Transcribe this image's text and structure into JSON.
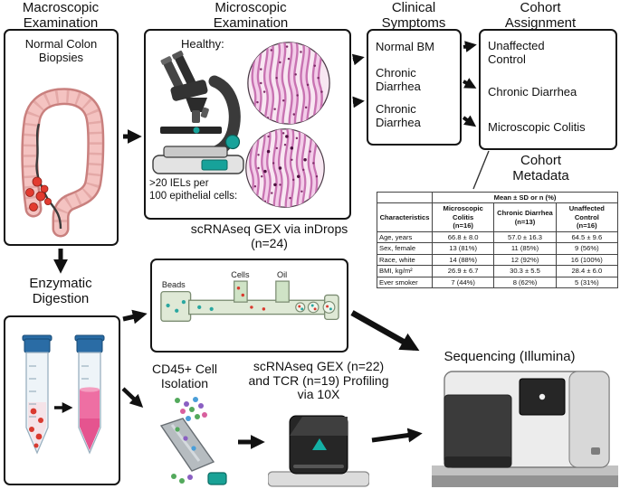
{
  "figure": {
    "macroscopic": {
      "title": "Macroscopic\nExamination",
      "box_label": "Normal Colon\nBiopsies"
    },
    "microscopic": {
      "title": "Microscopic\nExamination",
      "healthy_label": "Healthy:",
      "iel_label": ">20 IELs per\n100 epithelial cells:"
    },
    "clinical": {
      "title": "Clinical\nSymptoms",
      "items": [
        "Normal BM",
        "Chronic\nDiarrhea",
        "Chronic\nDiarrhea"
      ]
    },
    "cohort": {
      "title": "Cohort\nAssignment",
      "items": [
        "Unaffected\nControl",
        "Chronic Diarrhea",
        "Microscopic Colitis"
      ]
    },
    "metadata": {
      "title": "Cohort\nMetadata"
    },
    "indrops": {
      "title": "scRNAseq GEX via inDrops\n(n=24)",
      "labels": {
        "beads": "Beads",
        "cells": "Cells",
        "oil": "Oil"
      }
    },
    "enzymatic": {
      "title": "Enzymatic\nDigestion"
    },
    "cd45": {
      "title": "CD45+ Cell\nIsolation"
    },
    "tenx": {
      "title": "scRNAseq GEX (n=22)\nand TCR (n=19) Profiling\nvia 10X"
    },
    "sequencing": {
      "title": "Sequencing (Illumina)"
    }
  },
  "metadata_table": {
    "span_header": "Mean ± SD or n (%)",
    "col_headers": [
      "Characteristics",
      "Microscopic Colitis\n(n=16)",
      "Chronic Diarrhea\n(n=13)",
      "Unaffected Control\n(n=16)"
    ],
    "rows": [
      [
        "Age, years",
        "66.8 ± 8.0",
        "57.0 ± 16.3",
        "64.5 ± 9.6"
      ],
      [
        "Sex, female",
        "13 (81%)",
        "11 (85%)",
        "9 (56%)"
      ],
      [
        "Race, white",
        "14 (88%)",
        "12 (92%)",
        "16 (100%)"
      ],
      [
        "BMI, kg/m²",
        "26.9 ± 6.7",
        "30.3 ± 5.5",
        "28.4 ± 6.0"
      ],
      [
        "Ever smoker",
        "7 (44%)",
        "8 (62%)",
        "5 (31%)"
      ]
    ]
  },
  "colors": {
    "accent_teal": "#17a29a",
    "biopsy_red": "#d93a2f",
    "histology_pink": "#c873b2",
    "channel_green": "#dfe9d6"
  }
}
